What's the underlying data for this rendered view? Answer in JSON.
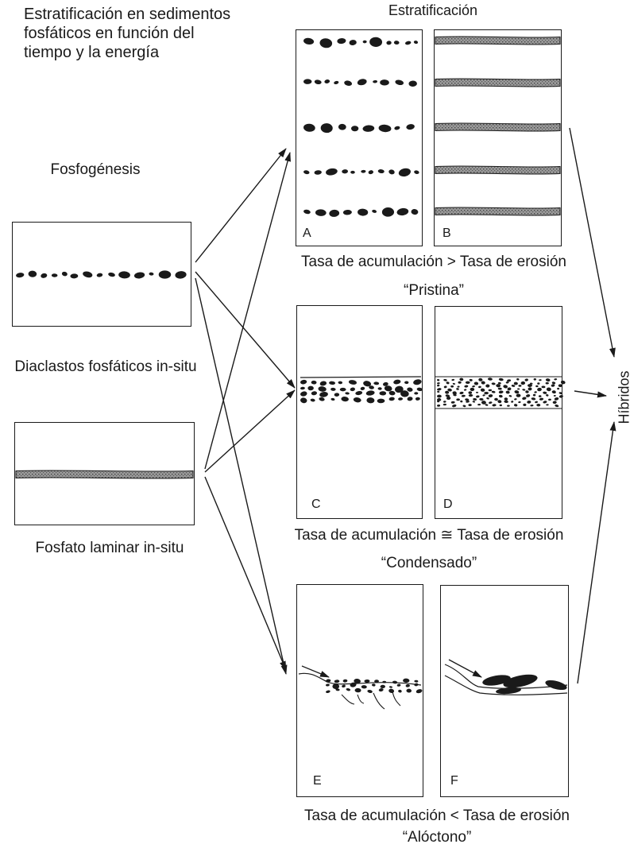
{
  "title": "Estratificación en sedimentos\nfosfáticos  en función del\ntiempo y la energía",
  "header_estratificacion": "Estratificación",
  "source_label": "Fosfogénesis",
  "source_diaclastos": "Diaclastos fosfáticos in-situ",
  "source_laminar": "Fosfato laminar in-situ",
  "panels": {
    "A": "A",
    "B": "B",
    "C": "C",
    "D": "D",
    "E": "E",
    "F": "F"
  },
  "rows": [
    {
      "rate": "Tasa de acumulación > Tasa de erosión",
      "type": "“Pristina”"
    },
    {
      "rate": "Tasa de acumulación ≅ Tasa de erosión",
      "type": "“Condensado”"
    },
    {
      "rate": "Tasa de acumulación < Tasa de erosión",
      "type": "“Alóctono”"
    }
  ],
  "hibridos": "Híbridos",
  "colors": {
    "ink": "#1a1a1a",
    "laminar_fill": "#8a8a8a"
  }
}
